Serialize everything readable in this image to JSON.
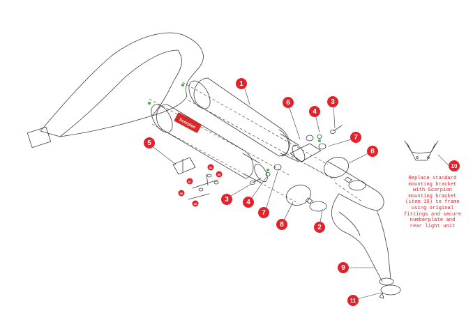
{
  "colors": {
    "callout": "#e0232a",
    "line": "#3a3a3a",
    "hidden_line": "#4a4a4a",
    "accent_green": "#3bbf3b",
    "note_text": "#e0232a"
  },
  "logo": {
    "brand": "Scorpion"
  },
  "callouts": [
    {
      "id": "c1",
      "label": "1",
      "r": 8
    },
    {
      "id": "c6",
      "label": "6",
      "r": 8
    },
    {
      "id": "c4a",
      "label": "4",
      "r": 8
    },
    {
      "id": "c3a",
      "label": "3",
      "r": 8
    },
    {
      "id": "c7a",
      "label": "7",
      "r": 8
    },
    {
      "id": "c8a",
      "label": "8",
      "r": 8
    },
    {
      "id": "c10",
      "label": "10",
      "r": 8
    },
    {
      "id": "c5",
      "label": "5",
      "r": 8
    },
    {
      "id": "c3b",
      "label": "3",
      "r": 8
    },
    {
      "id": "c4b",
      "label": "4",
      "r": 8
    },
    {
      "id": "c7b",
      "label": "7",
      "r": 8
    },
    {
      "id": "c8b",
      "label": "8",
      "r": 8
    },
    {
      "id": "c2",
      "label": "2",
      "r": 8
    },
    {
      "id": "c9",
      "label": "9",
      "r": 8
    },
    {
      "id": "c11",
      "label": "11",
      "r": 8
    },
    {
      "id": "s54",
      "label": "54",
      "r": 4.5
    },
    {
      "id": "s55",
      "label": "55",
      "r": 4.5
    },
    {
      "id": "s57",
      "label": "57",
      "r": 4.5
    },
    {
      "id": "s56",
      "label": "56",
      "r": 4.5
    },
    {
      "id": "s58",
      "label": "58",
      "r": 4.5
    }
  ],
  "note": {
    "text": "Replace standard\nmounting bracket\nwith Scorpion\nmounting bracket\n(item 10) to frame\nusing original\nfittings and secure\nnumberplate and\nrear light unit"
  }
}
